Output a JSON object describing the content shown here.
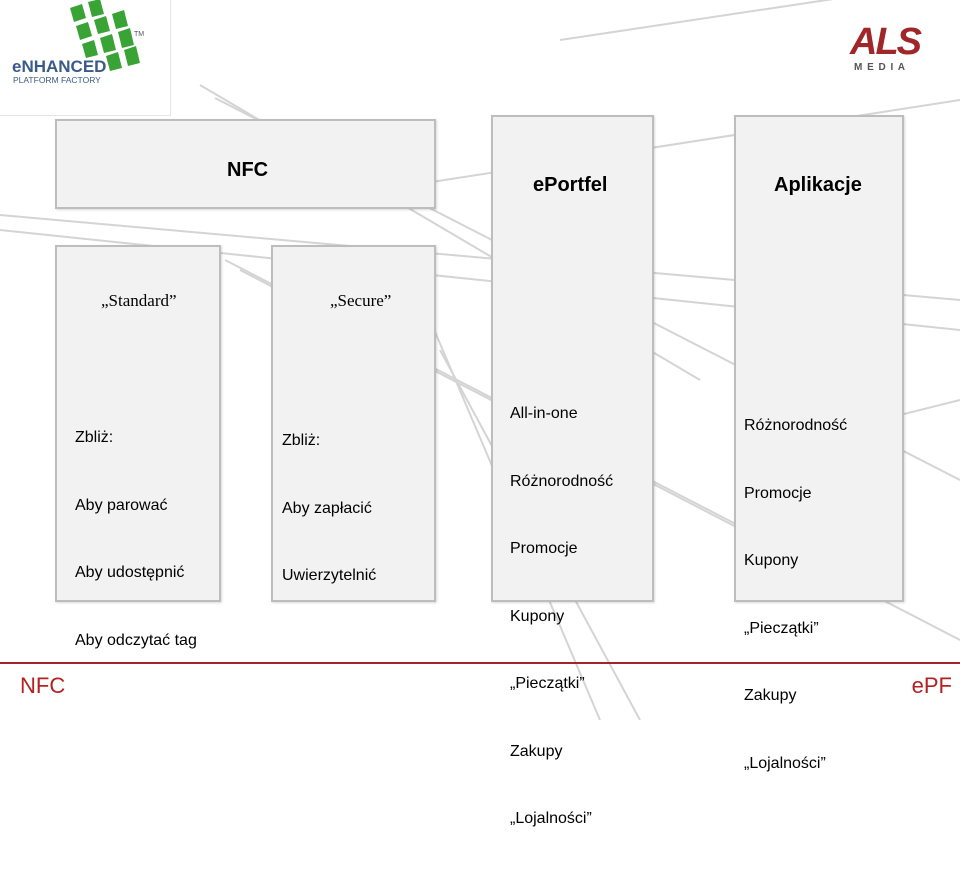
{
  "logos": {
    "left": {
      "line1": "eNHANCED",
      "line2": "PLATFORM FACTORY",
      "tm": "TM"
    },
    "right": {
      "brand": "ALS",
      "sub": "M E D I A"
    }
  },
  "columns": {
    "nfc": {
      "title": "NFC"
    },
    "eportfel": {
      "title": "ePortfel",
      "items": [
        "All-in-one",
        "Różnorodność",
        "Promocje",
        "Kupony",
        "„Pieczątki”",
        "Zakupy",
        "„Lojalności”"
      ]
    },
    "aplikacje": {
      "title": "Aplikacje",
      "items": [
        "Różnorodność",
        "Promocje",
        "Kupony",
        "„Pieczątki”",
        "Zakupy",
        "„Lojalności”"
      ]
    },
    "standard": {
      "title": "„Standard”",
      "items": [
        "Zbliż:",
        "Aby parować",
        "Aby udostępnić",
        "Aby odczytać tag"
      ]
    },
    "secure": {
      "title": "„Secure”",
      "items": [
        "Zbliż:",
        "Aby zapłacić",
        "Uwierzytelnić"
      ]
    }
  },
  "footer": {
    "left": "NFC",
    "right": "ePF"
  },
  "colors": {
    "accent": "#a0262a",
    "box": "#f2f2f2",
    "green": "#3aa335"
  }
}
